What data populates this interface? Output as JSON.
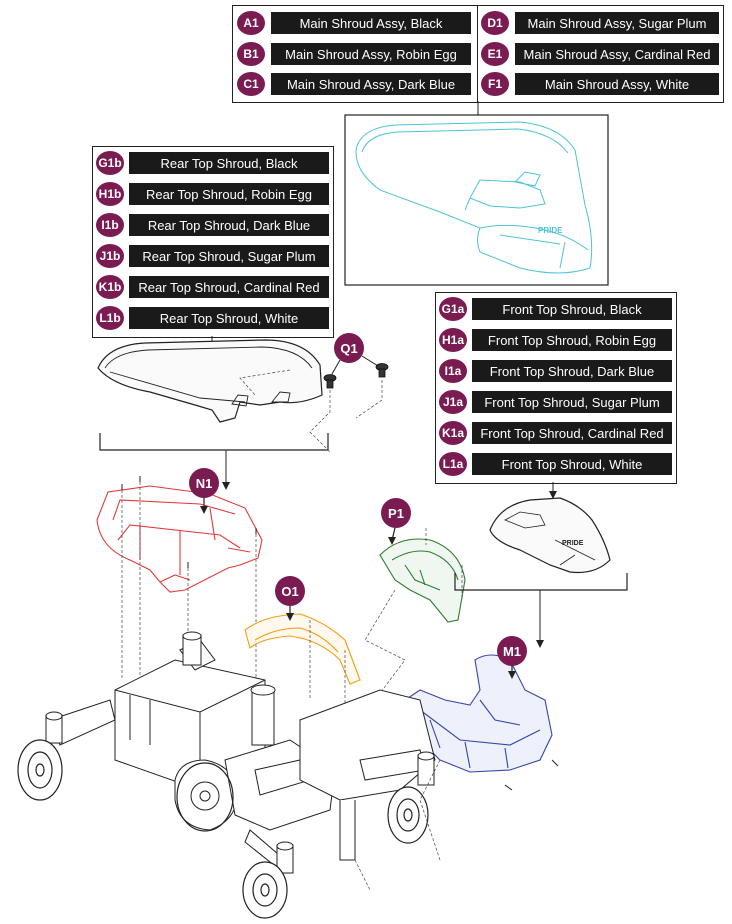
{
  "colors": {
    "badge": "#7a1b52",
    "label_bg": "#1a1a1a",
    "main_shroud_outline": "#4fc3d8",
    "seat_frame_outline": "#e23a3a",
    "front_fender_outline": "#2e7d32",
    "rear_fender_outline": "#f39c12",
    "front_bumper_outline": "#3545b0"
  },
  "legends": {
    "main": {
      "left_items": [
        {
          "code": "A1",
          "label": "Main Shroud Assy, Black"
        },
        {
          "code": "B1",
          "label": "Main Shroud Assy, Robin Egg"
        },
        {
          "code": "C1",
          "label": "Main Shroud Assy, Dark Blue"
        }
      ],
      "right_items": [
        {
          "code": "D1",
          "label": "Main Shroud Assy, Sugar Plum"
        },
        {
          "code": "E1",
          "label": "Main Shroud Assy, Cardinal Red"
        },
        {
          "code": "F1",
          "label": "Main Shroud Assy, White"
        }
      ]
    },
    "rear_top": [
      {
        "code": "G1b",
        "label": "Rear Top Shroud, Black"
      },
      {
        "code": "H1b",
        "label": "Rear Top Shroud, Robin Egg"
      },
      {
        "code": "I1b",
        "label": "Rear Top Shroud, Dark Blue"
      },
      {
        "code": "J1b",
        "label": "Rear Top Shroud, Sugar Plum"
      },
      {
        "code": "K1b",
        "label": "Rear Top Shroud, Cardinal Red"
      },
      {
        "code": "L1b",
        "label": "Rear Top Shroud, White"
      }
    ],
    "front_top": [
      {
        "code": "G1a",
        "label": "Front Top Shroud, Black"
      },
      {
        "code": "H1a",
        "label": "Front Top Shroud, Robin Egg"
      },
      {
        "code": "I1a",
        "label": "Front Top Shroud, Dark Blue"
      },
      {
        "code": "J1a",
        "label": "Front Top Shroud, Sugar Plum"
      },
      {
        "code": "K1a",
        "label": "Front Top Shroud, Cardinal Red"
      },
      {
        "code": "L1a",
        "label": "Front Top Shroud, White"
      }
    ]
  },
  "callouts": {
    "q1": "Q1",
    "n1": "N1",
    "p1": "P1",
    "o1": "O1",
    "m1": "M1"
  },
  "logo_text": "PRIDE"
}
